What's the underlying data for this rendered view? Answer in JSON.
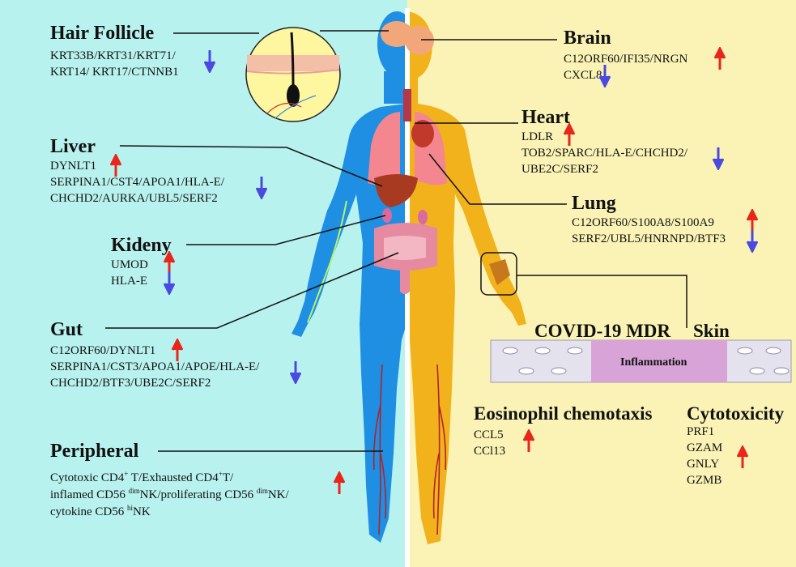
{
  "colors": {
    "left_bg": "#b8f2ef",
    "right_bg": "#faf3b5",
    "up_arrow": "#e8261a",
    "down_arrow": "#4a49e0",
    "body_blue": "#1e8fe3",
    "body_orange": "#f2b21c"
  },
  "icons": {
    "up": "up-arrow-icon",
    "down": "down-arrow-icon"
  },
  "hair": {
    "title": "Hair Follicle",
    "line1": "KRT33B/KRT31/KRT71/",
    "line2": "KRT14/ KRT17/CTNNB1"
  },
  "liver": {
    "title": "Liver",
    "up": "DYNLT1",
    "down1": "SERPINA1/CST4/APOA1/HLA-E/",
    "down2": "CHCHD2/AURKA/UBL5/SERF2"
  },
  "kidney": {
    "title": "Kideny",
    "up": "UMOD",
    "down": "HLA-E"
  },
  "gut": {
    "title": "Gut",
    "up": "C12ORF60/DYNLT1",
    "down1": "SERPINA1/CST3/APOA1/APOE/HLA-E/",
    "down2": "CHCHD2/BTF3/UBE2C/SERF2"
  },
  "peripheral": {
    "title": "Peripheral"
  },
  "brain": {
    "title": "Brain",
    "up": "C12ORF60/IFI35/NRGN",
    "down": "CXCL8"
  },
  "heart": {
    "title": "Heart",
    "up": "LDLR",
    "down1": "TOB2/SPARC/HLA-E/CHCHD2/",
    "down2": "UBE2C/SERF2"
  },
  "lung": {
    "title": "Lung",
    "up": "C12ORF60/S100A8/S100A9",
    "down": "SERF2/UBL5/HNRNPD/BTF3"
  },
  "skin": {
    "label1": "COVID-19 MDR",
    "label2": "Skin",
    "inflammation": "Inflammation"
  },
  "eos": {
    "title": "Eosinophil chemotaxis",
    "g1": "CCL5",
    "g2": "CCl13"
  },
  "cyto": {
    "title": "Cytotoxicity",
    "g1": "PRF1",
    "g2": "GZAM",
    "g3": "GNLY",
    "g4": "GZMB"
  }
}
